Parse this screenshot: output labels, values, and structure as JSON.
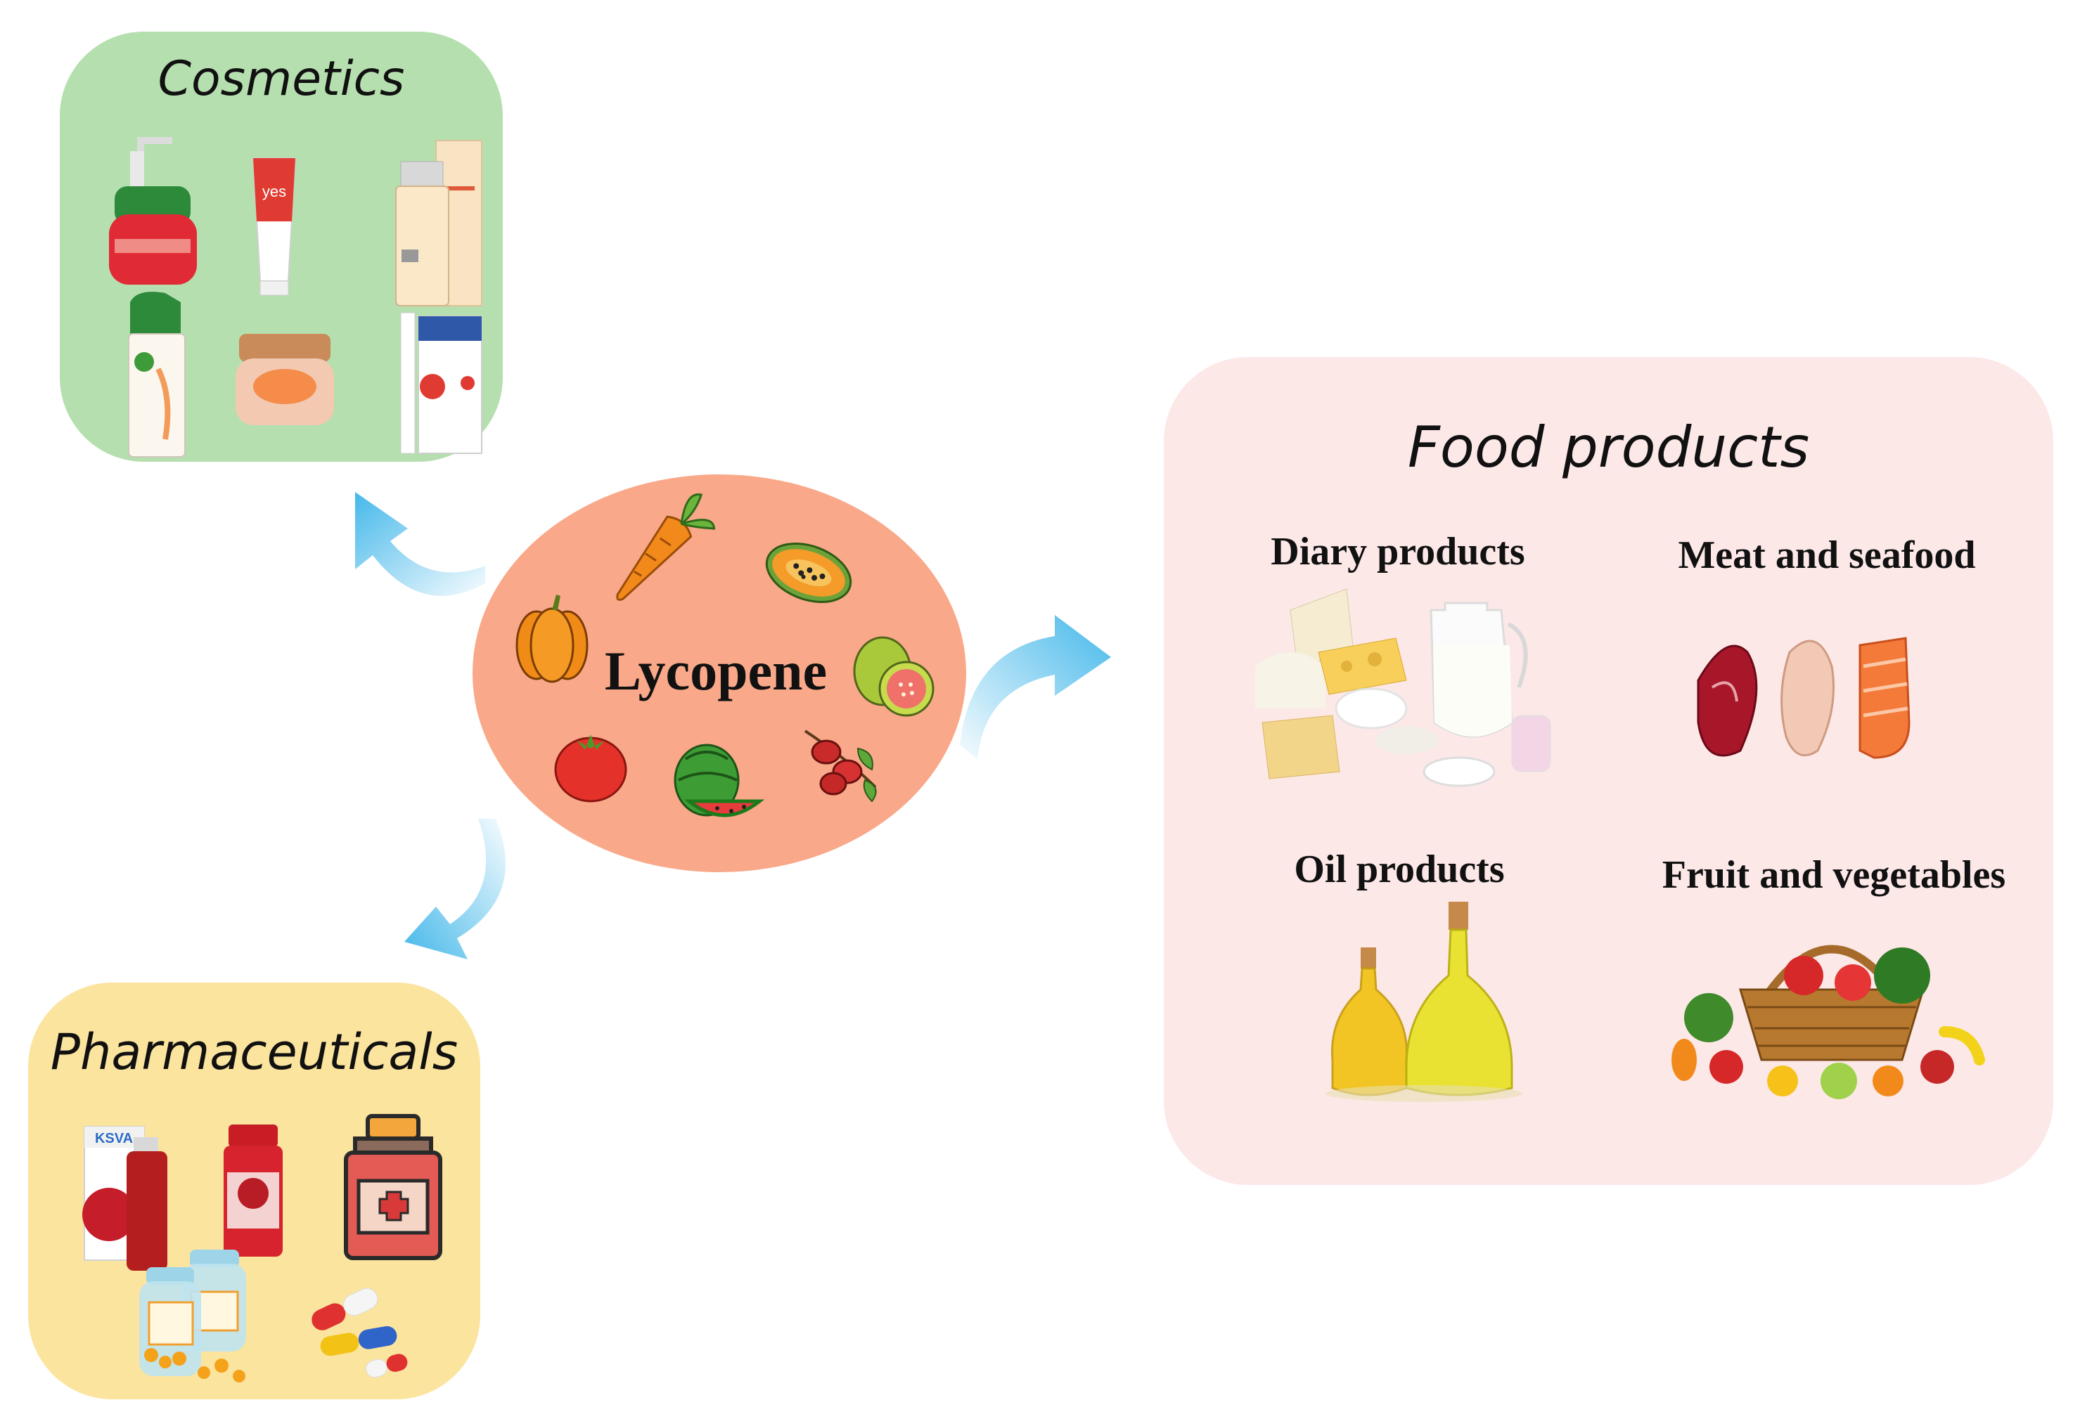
{
  "center": {
    "label": "Lycopene"
  },
  "cosmetics": {
    "title": "Cosmetics"
  },
  "pharmaceuticals": {
    "title": "Pharmaceuticals"
  },
  "food": {
    "title": "Food products",
    "categories": [
      {
        "label": "Diary products"
      },
      {
        "label": "Meat and seafood"
      },
      {
        "label": "Oil products"
      },
      {
        "label": "Fruit and vegetables"
      }
    ]
  },
  "icons": {
    "center": [
      "carrot-icon",
      "papaya-icon",
      "pumpkin-icon",
      "guava-icon",
      "tomato-icon",
      "watermelon-icon",
      "rosehip-icon"
    ],
    "cosmetics": [
      "red-pump-jar-icon",
      "red-tube-icon",
      "serum-bottle-box-icon",
      "green-spray-bottle-icon",
      "cream-jar-icon",
      "cream-box-icon"
    ],
    "pharmaceuticals": [
      "syrup-bottle-box-icon",
      "supplement-bottle-icon",
      "medicine-bottle-icon",
      "pill-bottles-icon",
      "capsules-icon"
    ],
    "food": [
      "dairy-assortment-icon",
      "meat-fish-icon",
      "oil-bottles-icon",
      "vegetable-basket-icon"
    ]
  },
  "colors": {
    "cosmetics_bg": "#b5dfae",
    "pharma_bg": "#fbe49e",
    "food_bg": "#fde8e8",
    "center_bg": "#f9a889",
    "arrow": "#45b8ea"
  }
}
